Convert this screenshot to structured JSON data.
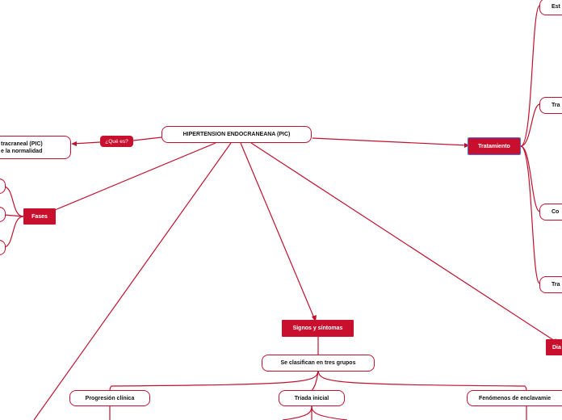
{
  "diagram": {
    "root": "HIPERTENSION ENDOCRANEANA (PIC)",
    "definition_connector": "¿Qué es?",
    "definition_lines": [
      "tracraneal (PIC)",
      "e la normalidad"
    ],
    "fases": "Fases",
    "tratamiento": "Tratamiento",
    "tratamiento_children": [
      "Est",
      "Tra",
      "Co",
      "Tra"
    ],
    "signos": "Signos y síntomas",
    "clasifican": "Se clasifican en tres grupos",
    "grupos": [
      "Progresión clínica",
      "Triada inicial",
      "Fenómenos de enclavamie"
    ],
    "diagnostico": "Dia"
  },
  "colors": {
    "accent": "#c8102e",
    "line": "#c0122f",
    "selection": "#4a6fd8"
  }
}
